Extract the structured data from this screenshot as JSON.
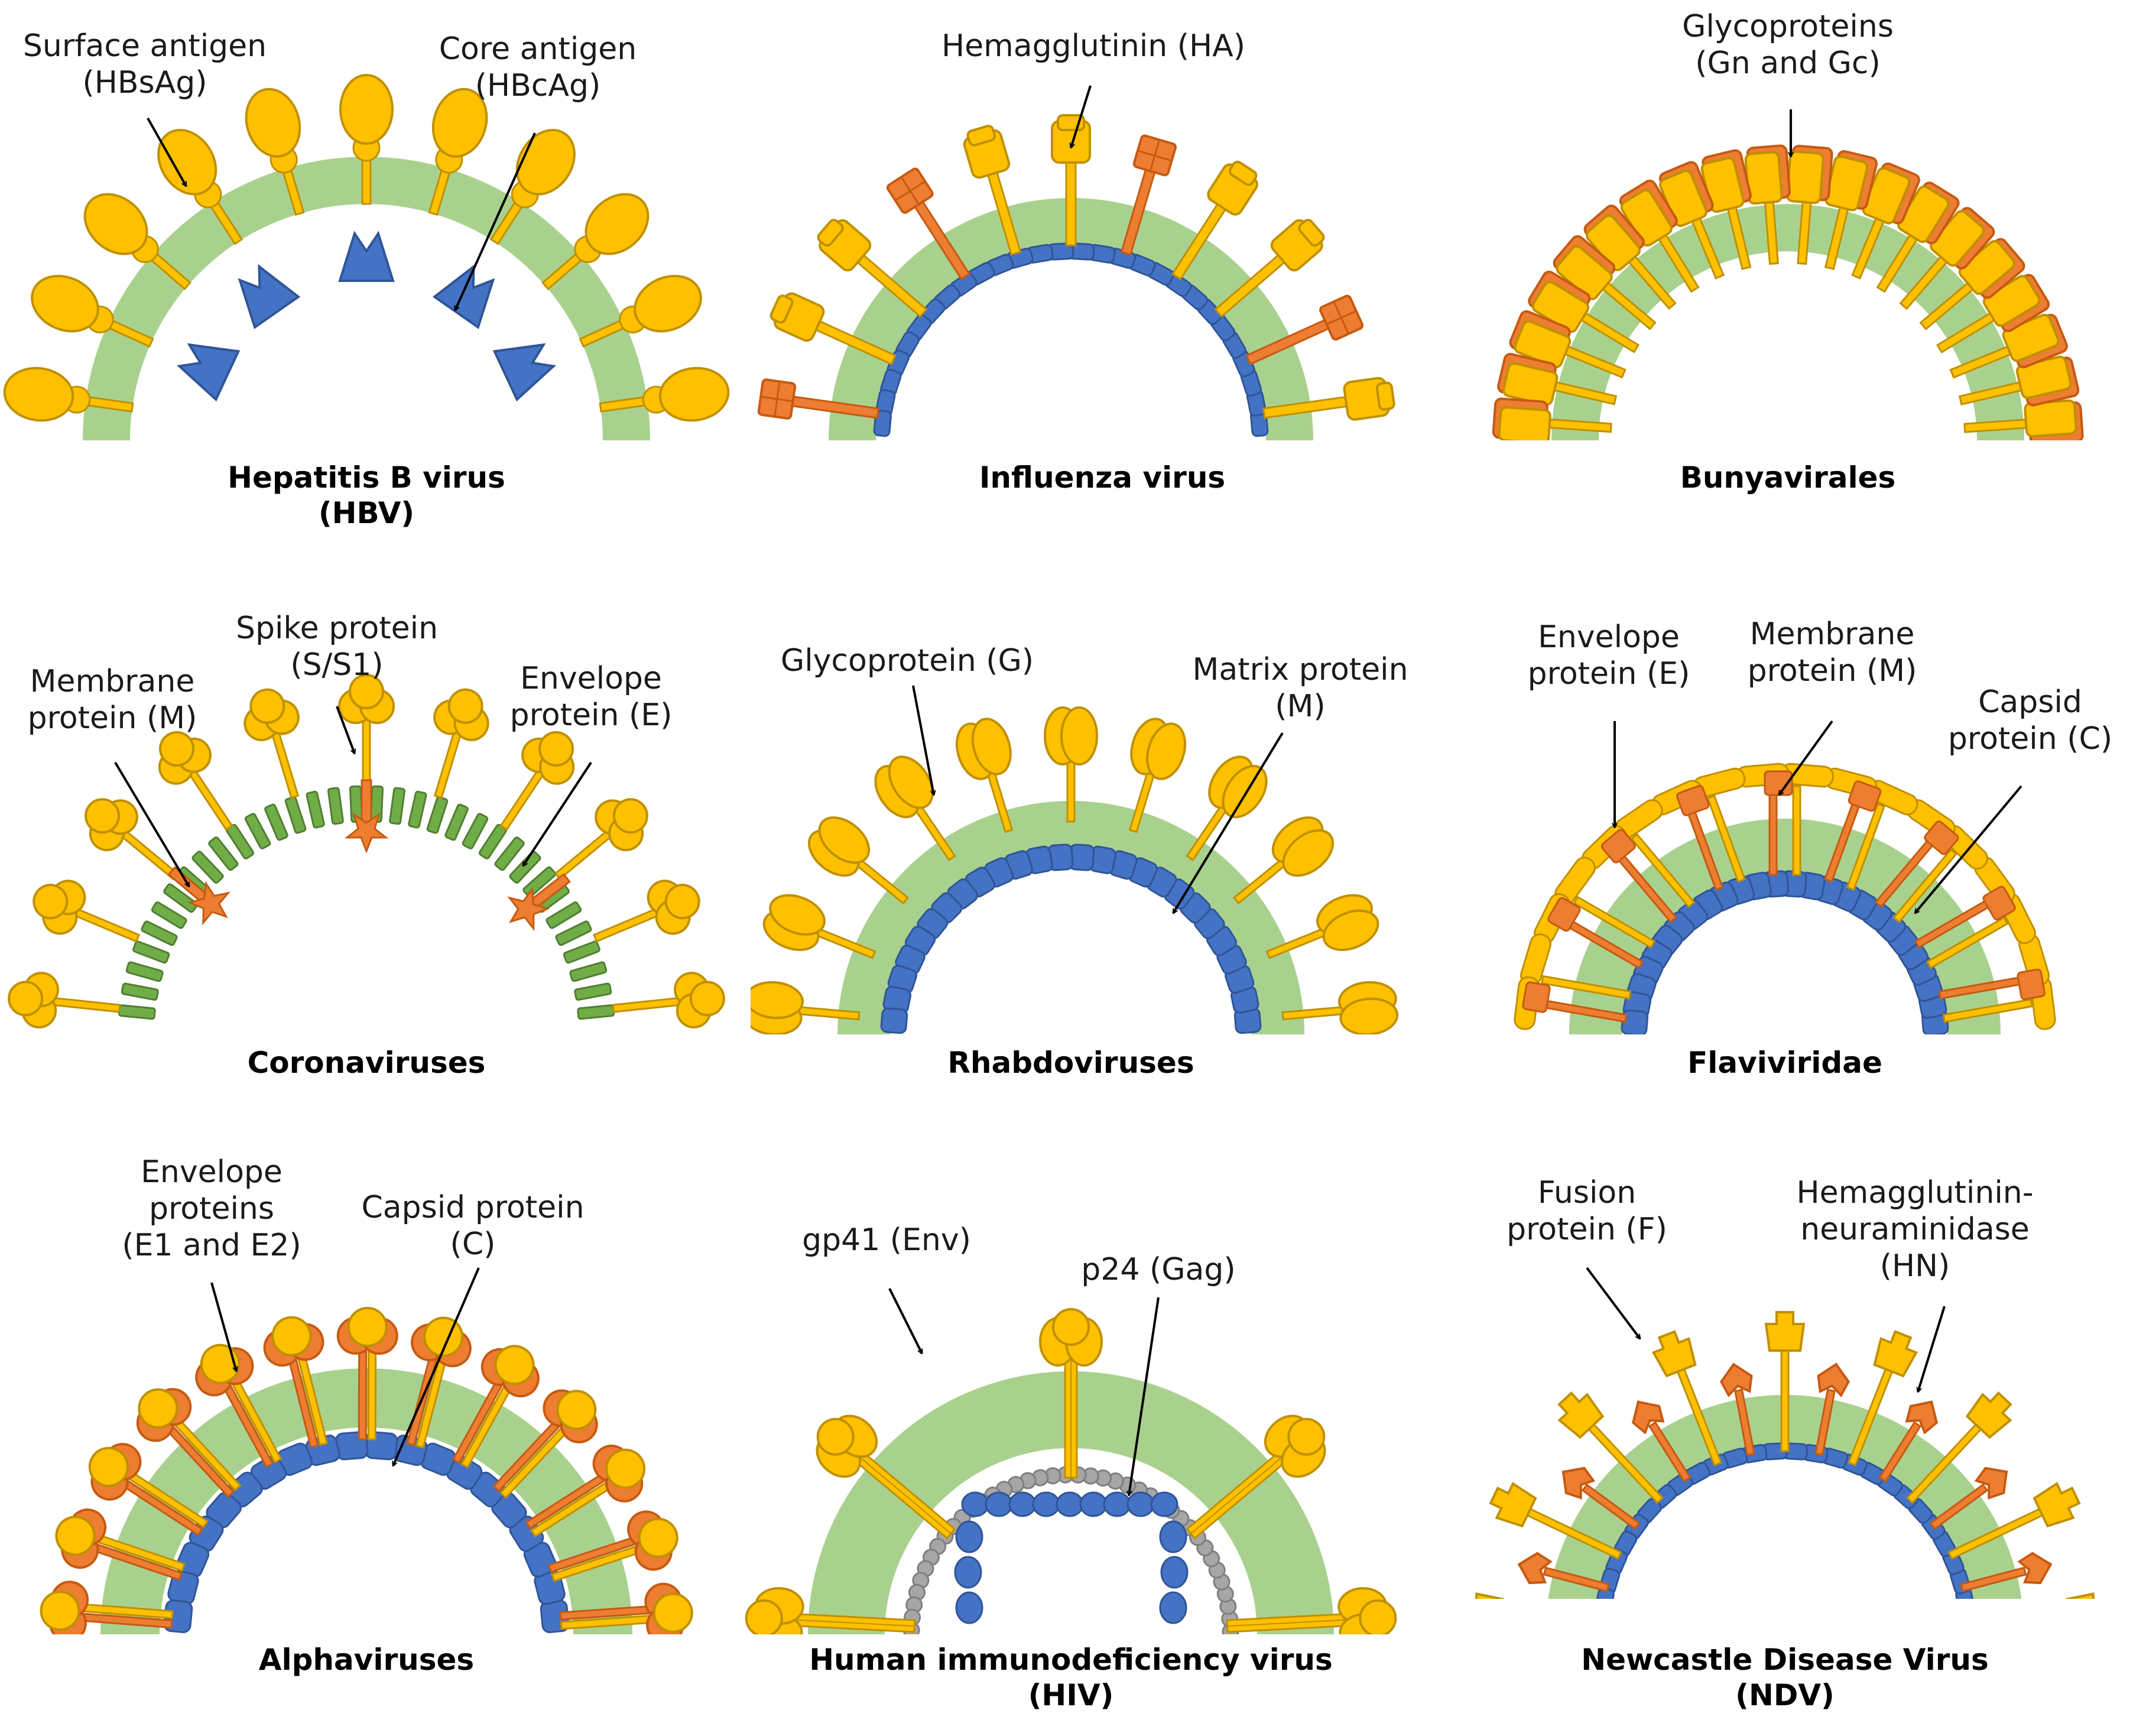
{
  "colors": {
    "envelope": "#a9d18e",
    "yellow": "#ffc000",
    "yellow_stroke": "#bf9000",
    "orange": "#ed7d31",
    "orange_stroke": "#c55a11",
    "blue": "#4472c4",
    "blue_stroke": "#2f5597",
    "green": "#70ad47",
    "green_stroke": "#507e32",
    "grey": "#a6a6a6",
    "arrow": "#000000"
  },
  "panels": [
    {
      "id": "hbv",
      "title": [
        "Hepatitis B virus",
        "(HBV)"
      ],
      "labels": [
        {
          "lines": [
            "Surface antigen",
            "(HBsAg)"
          ]
        },
        {
          "lines": [
            "Core antigen",
            "(HBcAg)"
          ]
        }
      ]
    },
    {
      "id": "influenza",
      "title": [
        "Influenza virus"
      ],
      "labels": [
        {
          "lines": [
            "Hemagglutinin (HA)"
          ]
        }
      ]
    },
    {
      "id": "bunya",
      "title": [
        "Bunyavirales"
      ],
      "labels": [
        {
          "lines": [
            "Glycoproteins",
            "(Gn and Gc)"
          ]
        }
      ]
    },
    {
      "id": "corona",
      "title": [
        "Coronaviruses"
      ],
      "labels": [
        {
          "lines": [
            "Membrane",
            "protein (M)"
          ]
        },
        {
          "lines": [
            "Spike protein",
            "(S/S1)"
          ]
        },
        {
          "lines": [
            "Envelope",
            "protein (E)"
          ]
        }
      ]
    },
    {
      "id": "rhabdo",
      "title": [
        "Rhabdoviruses"
      ],
      "labels": [
        {
          "lines": [
            "Glycoprotein (G)"
          ]
        },
        {
          "lines": [
            "Matrix protein",
            "(M)"
          ]
        }
      ]
    },
    {
      "id": "flavi",
      "title": [
        "Flaviviridae"
      ],
      "labels": [
        {
          "lines": [
            "Envelope",
            "protein (E)"
          ]
        },
        {
          "lines": [
            "Membrane",
            "protein (M)"
          ]
        },
        {
          "lines": [
            "Capsid",
            "protein (C)"
          ]
        }
      ]
    },
    {
      "id": "alpha",
      "title": [
        "Alphaviruses"
      ],
      "labels": [
        {
          "lines": [
            "Envelope",
            "proteins",
            "(E1 and E2)"
          ]
        },
        {
          "lines": [
            "Capsid protein",
            "(C)"
          ]
        }
      ]
    },
    {
      "id": "hiv",
      "title": [
        "Human immunodeficiency virus",
        "(HIV)"
      ],
      "labels": [
        {
          "lines": [
            "gp41 (Env)"
          ]
        },
        {
          "lines": [
            "p24 (Gag)"
          ]
        }
      ]
    },
    {
      "id": "ndv",
      "title": [
        "Newcastle Disease Virus",
        "(NDV)"
      ],
      "labels": [
        {
          "lines": [
            "Fusion",
            "protein (F)"
          ]
        },
        {
          "lines": [
            "Hemagglutinin-",
            "neuraminidase",
            "(HN)"
          ]
        }
      ]
    }
  ]
}
